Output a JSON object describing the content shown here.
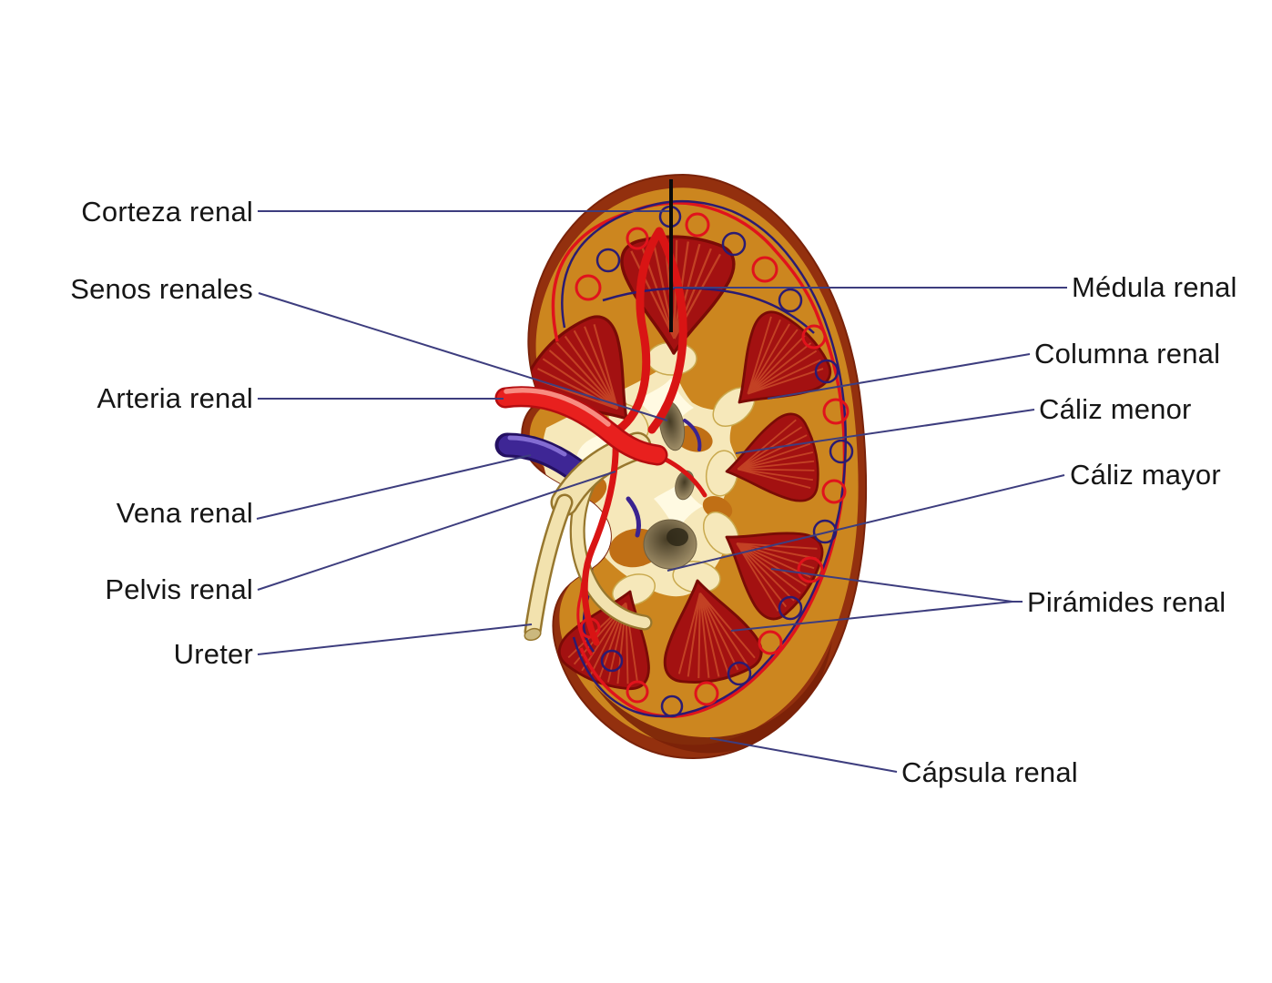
{
  "labels": {
    "left": [
      {
        "id": "corteza-renal",
        "text": "Corteza renal"
      },
      {
        "id": "senos-renales",
        "text": "Senos renales"
      },
      {
        "id": "arteria-renal",
        "text": "Arteria renal"
      },
      {
        "id": "vena-renal",
        "text": "Vena renal"
      },
      {
        "id": "pelvis-renal",
        "text": "Pelvis renal"
      },
      {
        "id": "ureter",
        "text": "Ureter"
      }
    ],
    "right": [
      {
        "id": "medula-renal",
        "text": "Médula renal"
      },
      {
        "id": "columna-renal",
        "text": "Columna renal"
      },
      {
        "id": "caliz-menor",
        "text": "Cáliz menor"
      },
      {
        "id": "caliz-mayor",
        "text": "Cáliz mayor"
      },
      {
        "id": "piramides-renal",
        "text": "Pirámides renal"
      },
      {
        "id": "capsula-renal",
        "text": "Cápsula renal"
      }
    ]
  },
  "colors": {
    "background": "#ffffff",
    "label_text": "#161616",
    "leader_line": "#3d3d7e",
    "medulla_pointer": "#0a0a0a",
    "capsule": "#93300e",
    "cortex": "#cc861f",
    "pyramid": "#a31111",
    "pyramid_striation": "#c94a28",
    "sinus": "#f6e8ba",
    "sinus_highlight": "#fffae2",
    "calyx_fat": "#c06f15",
    "artery": "#e8201e",
    "vein": "#3e2695",
    "pelvis_ureter": "#f2e2ae",
    "papilla": "#7e6f4f",
    "vessel_red": "#e0131c",
    "vessel_blue": "#2b1b72"
  }
}
